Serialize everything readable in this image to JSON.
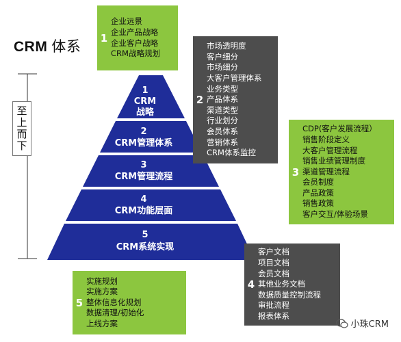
{
  "title": {
    "latin": "CRM",
    "cjk": "体系"
  },
  "direction_label": "至上而下",
  "pyramid": {
    "fill": "#1f2d99",
    "levels": [
      {
        "num": "1",
        "line1": "CRM",
        "line2": "战略"
      },
      {
        "num": "2",
        "line1": "CRM管理体系",
        "line2": ""
      },
      {
        "num": "3",
        "line1": "CRM管理流程",
        "line2": ""
      },
      {
        "num": "4",
        "line1": "CRM功能层面",
        "line2": ""
      },
      {
        "num": "5",
        "line1": "CRM系统实现",
        "line2": ""
      }
    ]
  },
  "callouts": {
    "c1": {
      "num": "1",
      "items": [
        "企业远景",
        "企业产品战略",
        "企业客户战略",
        "CRM战略规划"
      ]
    },
    "c2": {
      "num": "2",
      "items": [
        "市场透明度",
        "客户细分",
        "市场细分",
        "大客户管理体系",
        "业务类型",
        "产品体系",
        "渠道类型",
        "行业划分",
        "会员体系",
        "营销体系",
        "CRM体系监控"
      ]
    },
    "c3": {
      "num": "3",
      "items": [
        "CDP(客户发展流程）",
        "销售阶段定义",
        "大客户管理流程",
        "销售业绩管理制度",
        "渠道管理流程",
        "会员制度",
        "产品政策",
        "销售政策",
        "客户交互/体验场景"
      ]
    },
    "c4": {
      "num": "4",
      "items": [
        "客户文档",
        "项目文档",
        "会员文档",
        "其他业务文档",
        "数据质量控制流程",
        "审批流程",
        "报表体系"
      ]
    },
    "c5": {
      "num": "5",
      "items": [
        "实施规划",
        "实施方案",
        "整体信息化规划",
        "数据清理/初始化",
        "上线方案"
      ]
    }
  },
  "watermark": "小珠CRM",
  "colors": {
    "green": "#8cc63f",
    "dark": "#4d4d4d",
    "pyramid": "#1f2d99"
  }
}
